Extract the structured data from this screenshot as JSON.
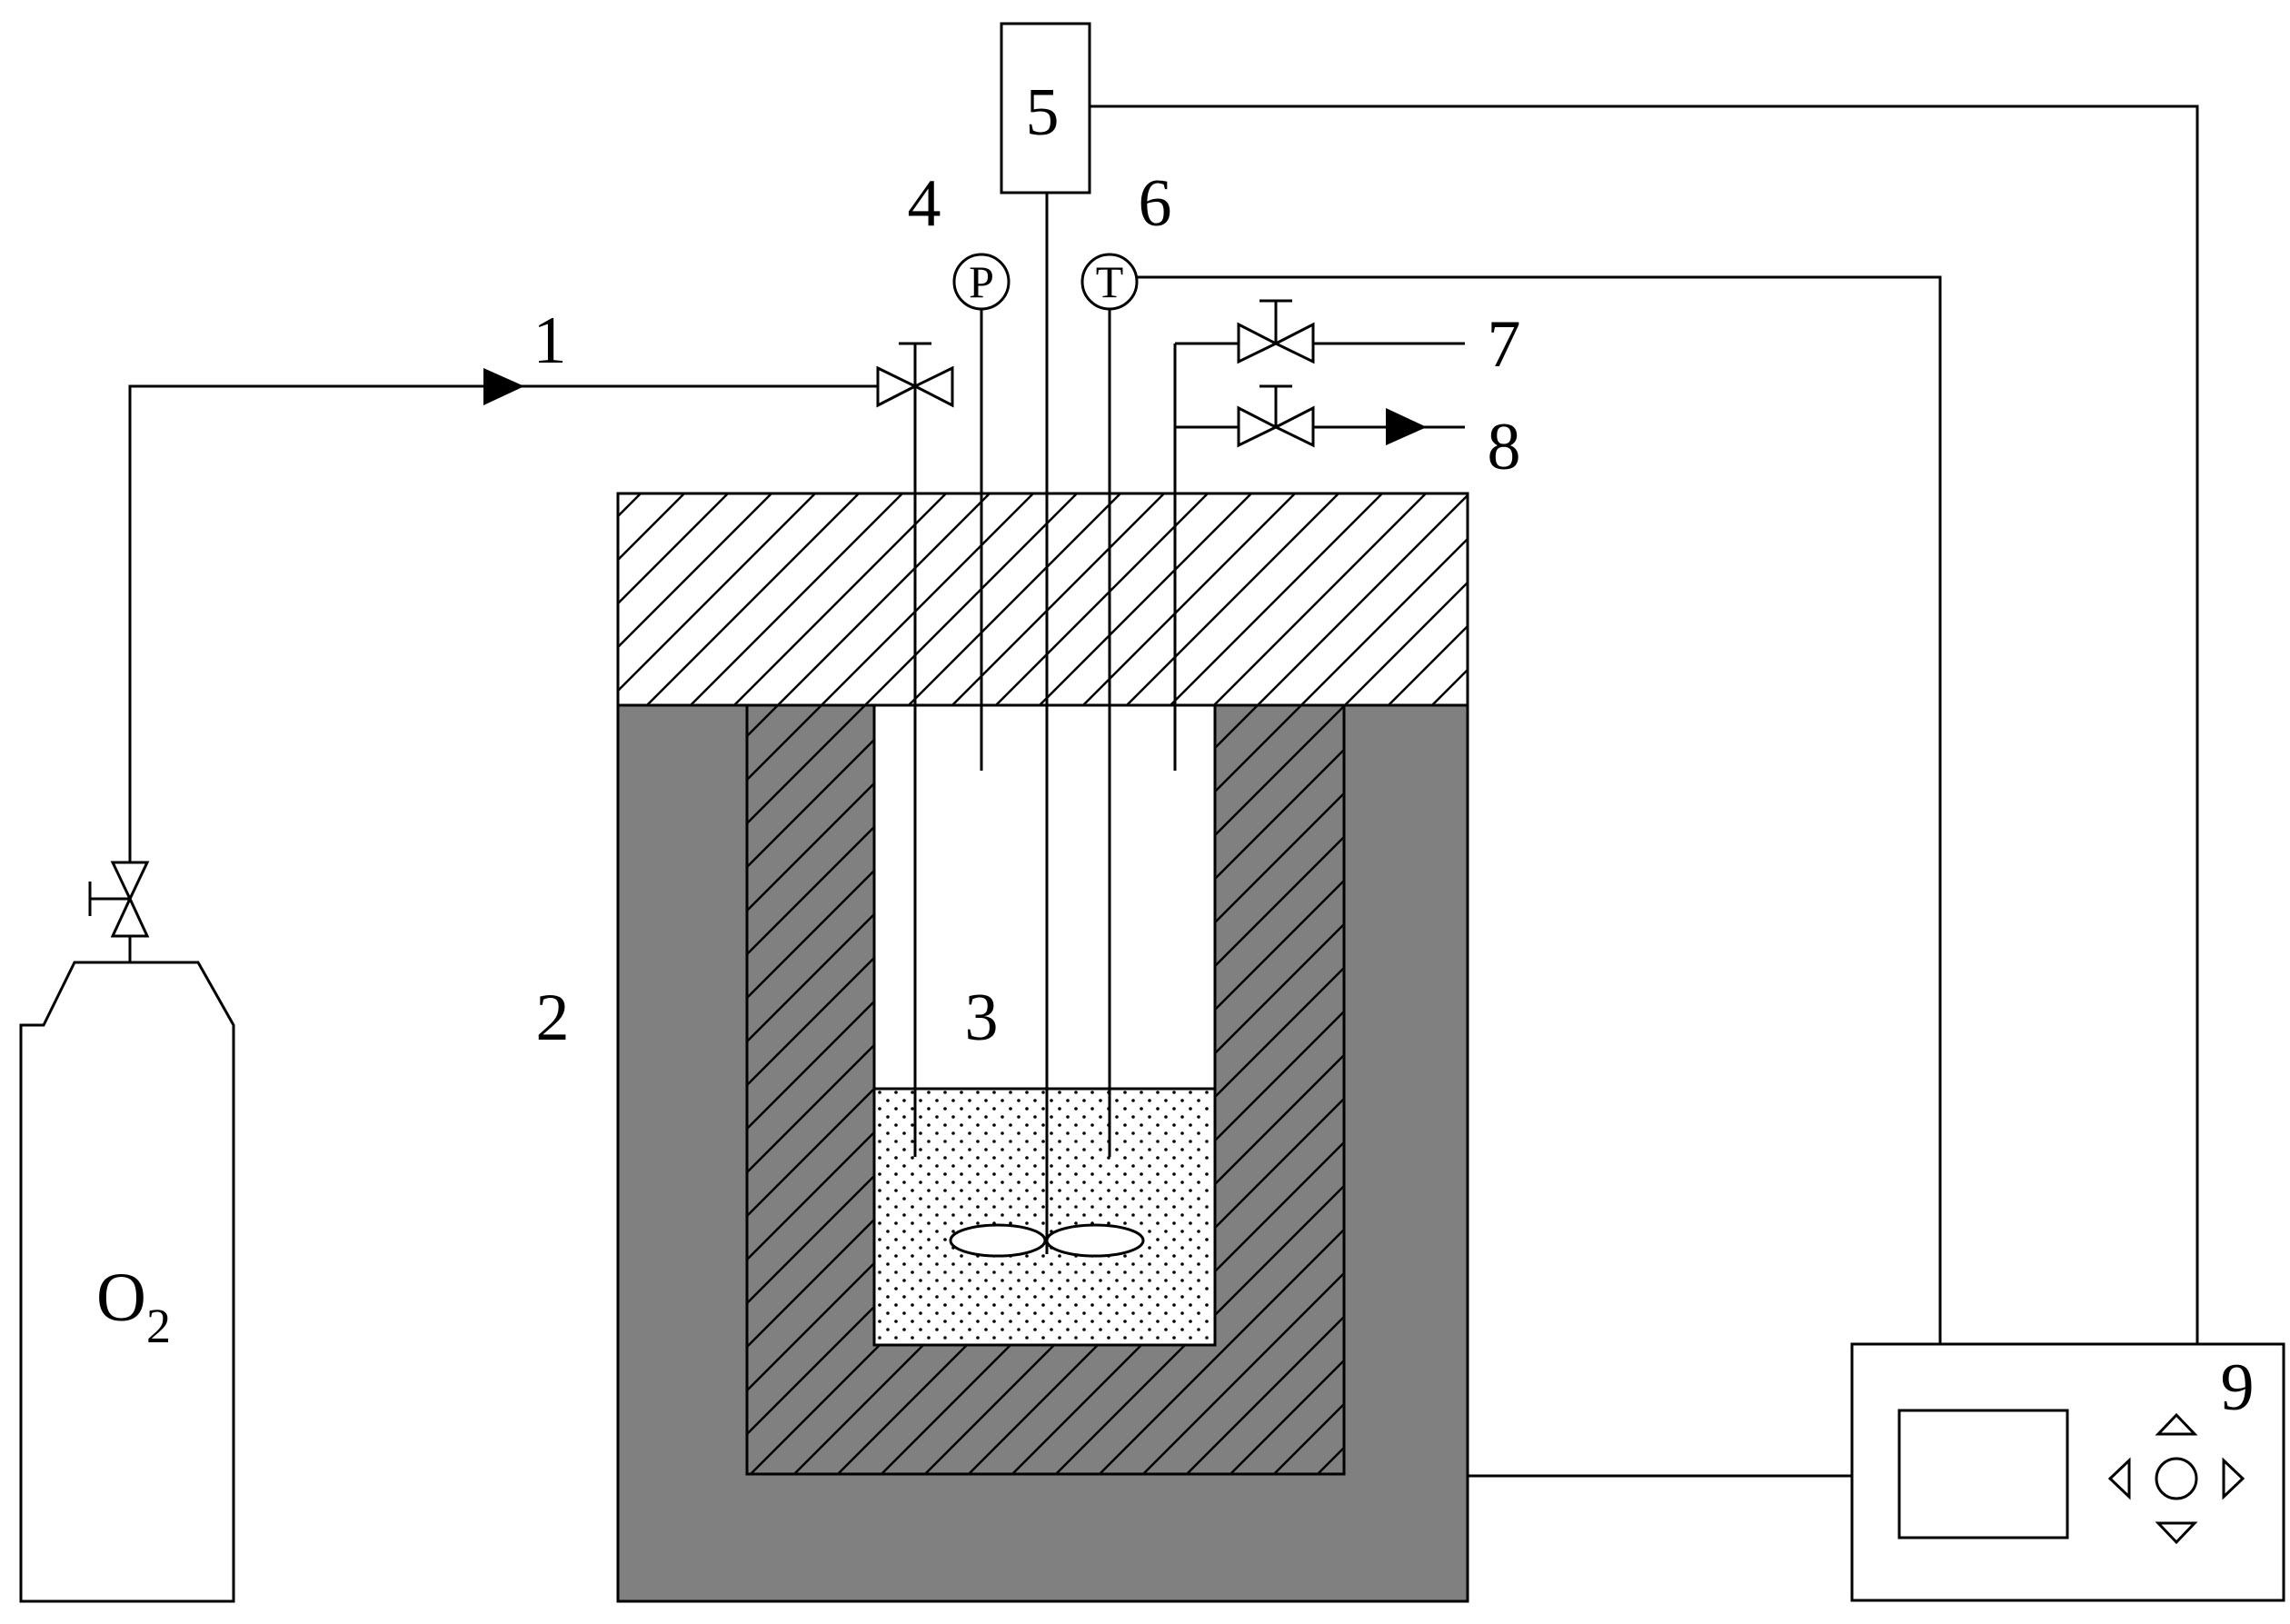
{
  "labels": {
    "feed_line": "1",
    "heating_jacket": "2",
    "reactor": "3",
    "pressure_gauge": "4",
    "stirrer_motor": "5",
    "temp_sensor": "6",
    "valve_7": "7",
    "valve_8": "8",
    "controller": "9"
  },
  "gauges": {
    "pressure_symbol": "P",
    "temperature_symbol": "T"
  },
  "cylinder": {
    "gas_main": "O",
    "gas_sub": "2"
  },
  "colors": {
    "jacket": "#808080",
    "line": "#000000",
    "background": "#ffffff"
  }
}
